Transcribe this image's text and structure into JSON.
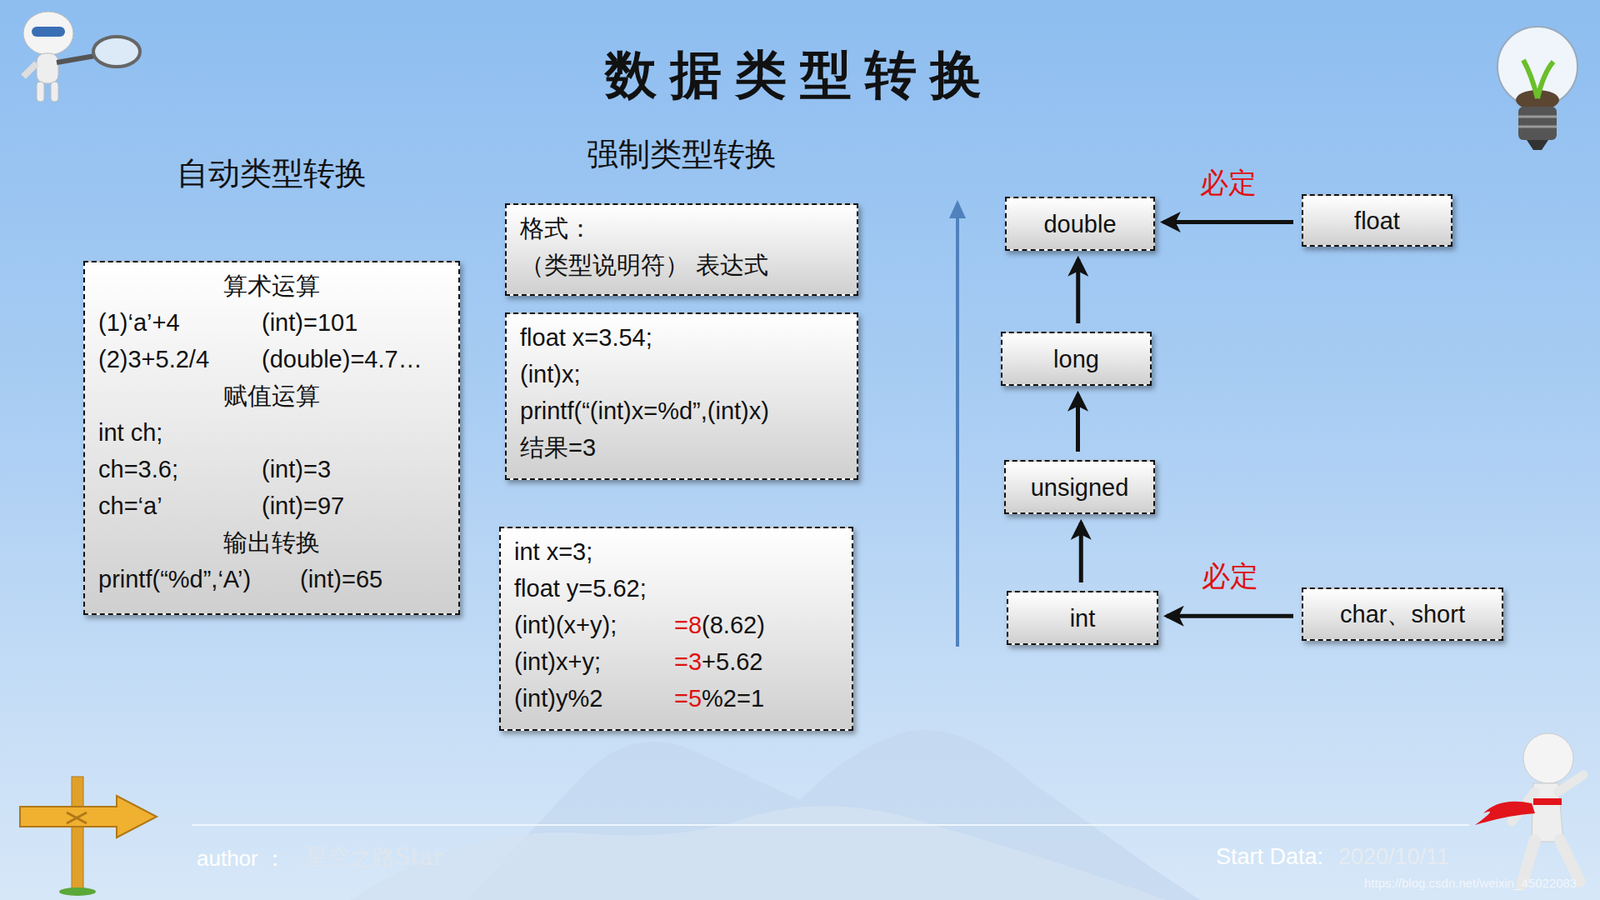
{
  "diagram": {
    "title": "数据类型转换",
    "nodes": [
      {
        "text": [
          "自动类型转换",
          "算术运算",
          "(1)‘a’+4",
          "(int)=101",
          "(2)3+5.2/4",
          "(double)=4.7…",
          "赋值运算",
          "int ch;",
          "ch=3.6;",
          "(int)=3",
          "ch=‘a’",
          "(int)=97",
          "输出转换",
          "printf(“%d”,‘A’)",
          "(int)=65"
        ]
      },
      {
        "text": [
          "强制类型转换",
          "格式：",
          "（类型说明符） 表达式"
        ]
      },
      {
        "text": [
          "float x=3.54;",
          "(int)x;",
          "printf(“(int)x=%d”,(int)x)",
          "结果=3"
        ]
      },
      {
        "text": [
          "int x=3;",
          "float y=5.62;",
          "(int)(x+y);",
          "=8",
          "(8.62)",
          "(int)x+y;",
          "=3",
          "+5.62",
          "(int)y%2",
          "=5",
          "%2=1"
        ]
      },
      {
        "text": [
          "double"
        ]
      },
      {
        "text": [
          "float"
        ]
      },
      {
        "text": [
          "long"
        ]
      },
      {
        "text": [
          "unsigned"
        ]
      },
      {
        "text": [
          "int"
        ]
      },
      {
        "text": [
          "char、short"
        ]
      }
    ],
    "edges": [
      {
        "from": 5,
        "to": 4,
        "arrow": "to",
        "label": "必定"
      },
      {
        "from": 6,
        "to": 4,
        "arrow": "to"
      },
      {
        "from": 7,
        "to": 6,
        "arrow": "to"
      },
      {
        "from": 8,
        "to": 7,
        "arrow": "to"
      },
      {
        "from": 9,
        "to": 8,
        "arrow": "to",
        "label": "必定"
      }
    ],
    "labels": [
      "author ：",
      "星空之路Star",
      "Start Data:",
      "2020/10/11",
      "https://blog.csdn.net/weixin_45022083"
    ]
  }
}
